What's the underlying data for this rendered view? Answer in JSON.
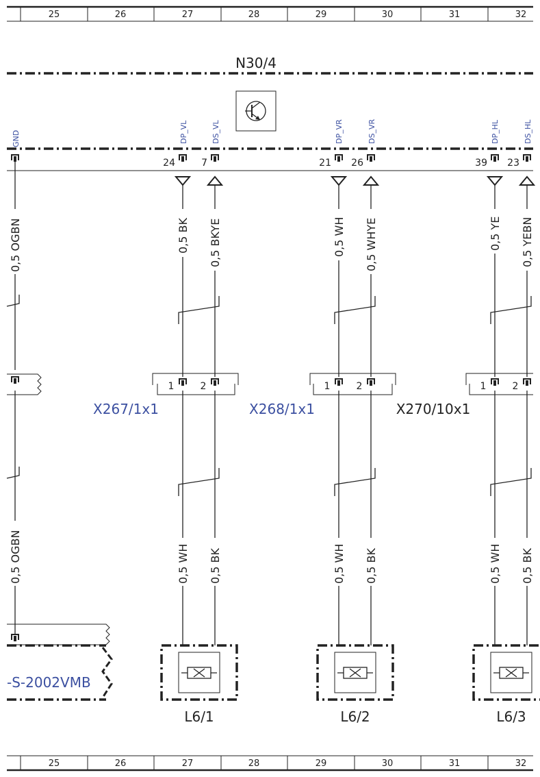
{
  "ruler": {
    "columns": [
      "25",
      "26",
      "27",
      "28",
      "29",
      "30",
      "31",
      "32"
    ]
  },
  "module": {
    "name": "N30/4",
    "signals": [
      {
        "name": "GND",
        "pin": ""
      },
      {
        "name": "DP_VL",
        "pin": "24"
      },
      {
        "name": "DS_VL",
        "pin": "7"
      },
      {
        "name": "DP_VR",
        "pin": "21"
      },
      {
        "name": "DS_VR",
        "pin": "26"
      },
      {
        "name": "DP_HL",
        "pin": "39"
      },
      {
        "name": "DS_HL",
        "pin": "23"
      }
    ]
  },
  "wires_upper": [
    "0,5 OGBN",
    "0,5 BK",
    "0,5 BKYE",
    "0,5 WH",
    "0,5 WHYE",
    "0,5 YE",
    "0,5 YEBN"
  ],
  "wires_lower": [
    "0,5 OGBN",
    "0,5 WH",
    "0,5 BK",
    "0,5 WH",
    "0,5 BK",
    "0,5 WH",
    "0,5 BK"
  ],
  "connectors": [
    {
      "name": "X267/1x1",
      "color": "#3b4fa0",
      "pins": [
        "1",
        "2"
      ]
    },
    {
      "name": "X268/1x1",
      "color": "#3b4fa0",
      "pins": [
        "1",
        "2"
      ]
    },
    {
      "name": "X270/10x1",
      "color": "#222222",
      "pins": [
        "1",
        "2"
      ]
    }
  ],
  "components": [
    "L6/1",
    "L6/2",
    "L6/3"
  ],
  "left_reference": "-S-2002VMB",
  "colors": {
    "accent_blue": "#3b4fa0",
    "line": "#222222"
  }
}
